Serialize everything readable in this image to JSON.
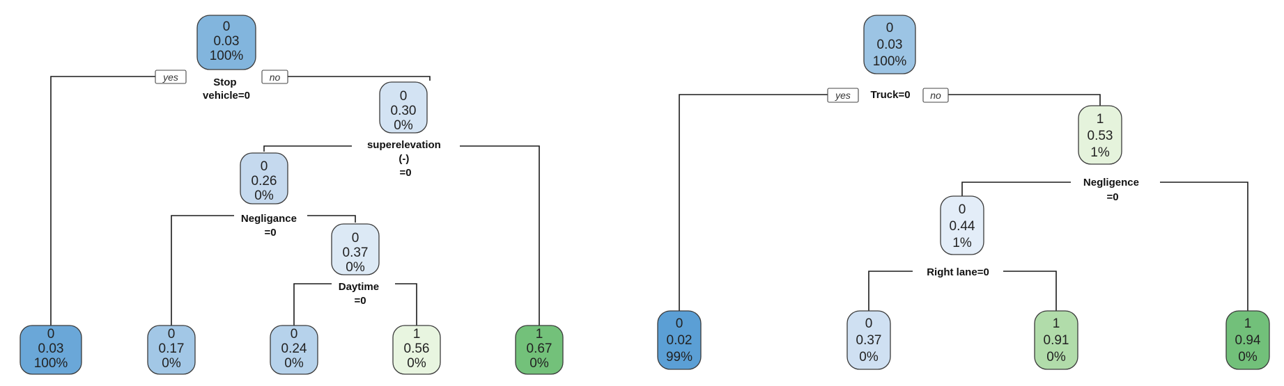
{
  "trees": [
    {
      "nodes": [
        {
          "id": "L1",
          "lines": [
            "0",
            "0.03",
            "100%"
          ],
          "fill": "#82b5dd"
        },
        {
          "id": "L2",
          "lines": [
            "0",
            "0.30",
            "0%"
          ],
          "fill": "#d3e3f3"
        },
        {
          "id": "L3",
          "lines": [
            "0",
            "0.26",
            "0%"
          ],
          "fill": "#c5d9ee"
        },
        {
          "id": "L4",
          "lines": [
            "0",
            "0.37",
            "0%"
          ],
          "fill": "#dce9f5"
        },
        {
          "id": "L5",
          "lines": [
            "0",
            "0.03",
            "100%"
          ],
          "fill": "#6aa7d8"
        },
        {
          "id": "L6",
          "lines": [
            "0",
            "0.17",
            "0%"
          ],
          "fill": "#a2c7e6"
        },
        {
          "id": "L7",
          "lines": [
            "0",
            "0.24",
            "0%"
          ],
          "fill": "#b6d2eb"
        },
        {
          "id": "L8",
          "lines": [
            "1",
            "0.56",
            "0%"
          ],
          "fill": "#e8f5e0"
        },
        {
          "id": "L9",
          "lines": [
            "1",
            "0.67",
            "0%"
          ],
          "fill": "#73c17a"
        }
      ],
      "splits": [
        {
          "id": "LS1",
          "lines": [
            "Stop",
            "vehicle=0"
          ]
        },
        {
          "id": "LS2",
          "lines": [
            "superelevation",
            "(-)",
            "=0"
          ]
        },
        {
          "id": "LS3",
          "lines": [
            "Negligance",
            "=0"
          ]
        },
        {
          "id": "LS4",
          "lines": [
            "Daytime",
            "=0"
          ]
        }
      ],
      "branch_labels": {
        "yes": "yes",
        "no": "no"
      }
    },
    {
      "nodes": [
        {
          "id": "R1",
          "lines": [
            "0",
            "0.03",
            "100%"
          ],
          "fill": "#9cc4e4"
        },
        {
          "id": "R2",
          "lines": [
            "1",
            "0.53",
            "1%"
          ],
          "fill": "#e5f3dc"
        },
        {
          "id": "R3",
          "lines": [
            "0",
            "0.44",
            "1%"
          ],
          "fill": "#e3edf8"
        },
        {
          "id": "R4",
          "lines": [
            "0",
            "0.02",
            "99%"
          ],
          "fill": "#5b9fd5"
        },
        {
          "id": "R5",
          "lines": [
            "0",
            "0.37",
            "0%"
          ],
          "fill": "#cfe0f2"
        },
        {
          "id": "R6",
          "lines": [
            "1",
            "0.91",
            "0%"
          ],
          "fill": "#b1dcaa"
        },
        {
          "id": "R7",
          "lines": [
            "1",
            "0.94",
            "0%"
          ],
          "fill": "#72c07a"
        }
      ],
      "splits": [
        {
          "id": "RS1",
          "lines": [
            "Truck=0"
          ]
        },
        {
          "id": "RS2",
          "lines": [
            "Negligence",
            "=0"
          ]
        },
        {
          "id": "RS3",
          "lines": [
            "Right lane=0"
          ]
        }
      ],
      "branch_labels": {
        "yes": "yes",
        "no": "no"
      }
    }
  ]
}
